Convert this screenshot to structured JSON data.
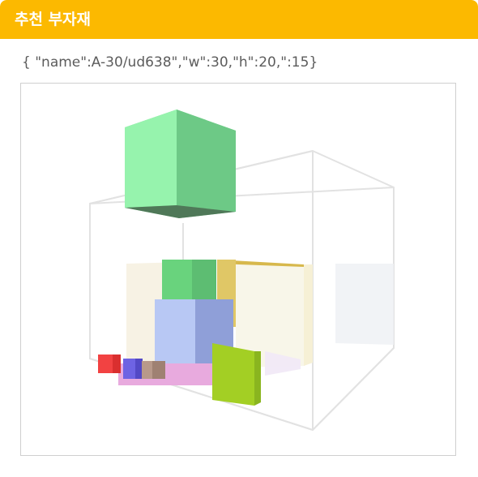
{
  "header": {
    "title": "추천 부자재"
  },
  "spec": {
    "text": "{ \"name\":A-30/ud638\",\"w\":30,\"h\":20,\":15}"
  },
  "viewer": {
    "content": "3D packing preview"
  },
  "colors": {
    "header": "#fcb900",
    "title_text": "#ffffff",
    "spec_text": "#5c5c5c",
    "frame": "#cfcfcf",
    "box_green_top": "#8ff0a8",
    "box_blue": "#b6c8f5",
    "box_lime": "#9fd12c",
    "box_red": "#f04444",
    "box_purple": "#6a62e0",
    "box_brown": "#b99885",
    "box_pink": "#e6a8de",
    "box_yellow": "#e8cd6a",
    "box_mint": "#7bdf8e"
  }
}
